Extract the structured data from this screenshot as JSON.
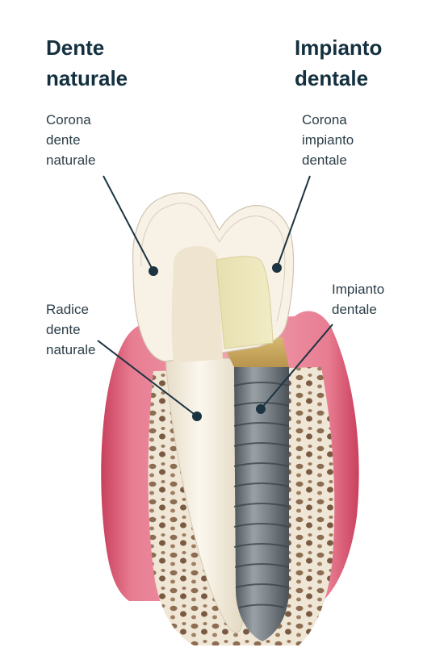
{
  "headings": {
    "left": [
      "Dente",
      "naturale"
    ],
    "right": [
      "Impianto",
      "dentale"
    ]
  },
  "labels": {
    "crown_natural": [
      "Corona",
      "dente",
      "naturale"
    ],
    "crown_implant": [
      "Corona",
      "impianto",
      "dentale"
    ],
    "root_natural": [
      "Radice",
      "dente",
      "naturale"
    ],
    "implant": [
      "Impianto",
      "dentale"
    ]
  },
  "colors": {
    "heading": "#14303f",
    "leader_line": "#1c3442",
    "gum": "#d95c74",
    "bone": "#e9dfcf",
    "tooth": "#f3ecdf",
    "implant_metal": "#6f767c"
  }
}
